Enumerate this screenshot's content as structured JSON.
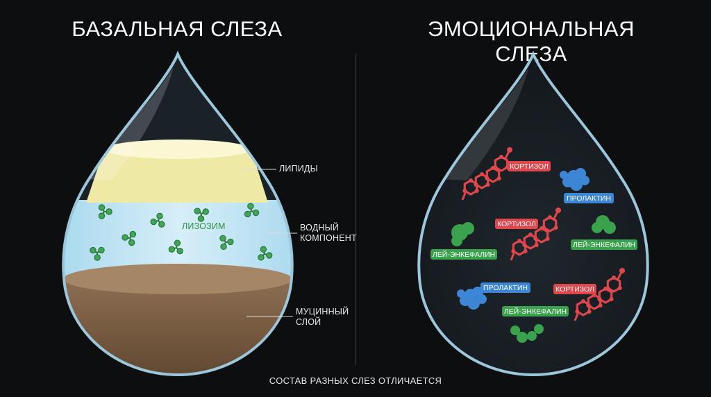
{
  "left_title": "БАЗАЛЬНАЯ СЛЕЗА",
  "right_title": "ЭМОЦИОНАЛЬНАЯ СЛЕЗА",
  "basal_labels": {
    "lipids": "ЛИПИДЫ",
    "aqueous_line1": "ВОДНЫЙ",
    "aqueous_line2": "КОМПОНЕНТ",
    "mucin_line1": "МУЦИННЫЙ",
    "mucin_line2": "СЛОЙ",
    "lysozyme": "ЛИЗОЗИМ"
  },
  "emotional_labels": {
    "cortisol": "КОРТИЗОЛ",
    "prolactin": "ПРОЛАКТИН",
    "leu_enkephalin": "ЛЕЙ-ЭНКЕФАЛИН"
  },
  "caption": "СОСТАВ РАЗНЫХ СЛЕЗ ОТЛИЧАЕТСЯ",
  "colors": {
    "background": "#0c0e10",
    "lipid": "#efe9a6",
    "aqueous": "#bfe3f4",
    "mucin": "#9c7a5c",
    "lysozyme": "#3fa653",
    "cortisol": "#e0474c",
    "prolactin": "#3d86d6",
    "enkephalin": "#3aa14c"
  }
}
